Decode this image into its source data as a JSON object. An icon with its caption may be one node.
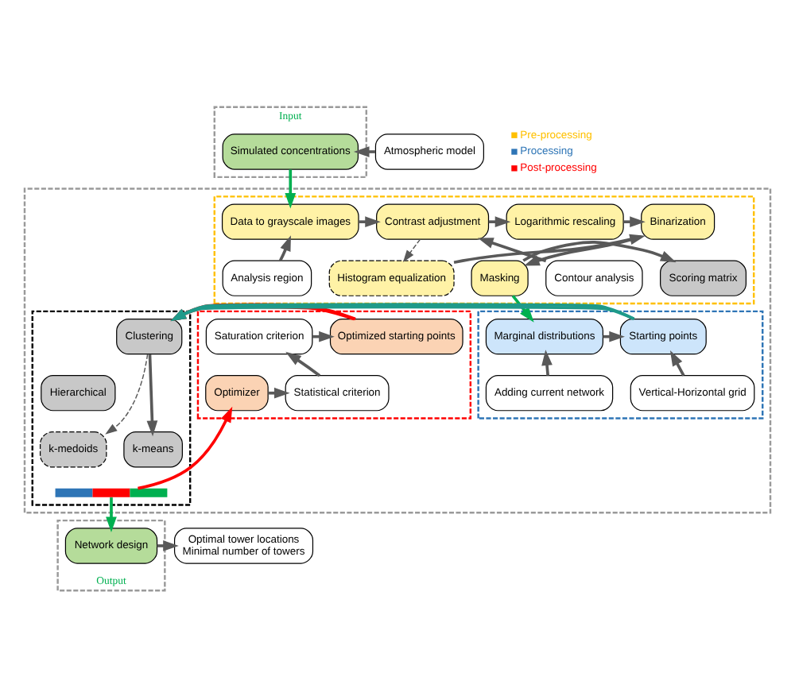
{
  "diagram": {
    "nodes": [
      {
        "text": [
          "Input"
        ]
      },
      {
        "text": [
          "Simulated concentrations"
        ],
        "in": 0
      },
      {
        "text": [
          "Atmospheric model"
        ]
      },
      {
        "text": [],
        "shape": "box"
      },
      {
        "text": [],
        "shape": "box",
        "in": 3
      },
      {
        "text": [
          "Data to grayscale images"
        ],
        "in": 4
      },
      {
        "text": [
          "Contrast adjustment"
        ],
        "in": 4
      },
      {
        "text": [
          "Logarithmic rescaling"
        ],
        "in": 4
      },
      {
        "text": [
          "Histogram equalization"
        ],
        "in": 4
      },
      {
        "text": [
          "Binarization"
        ],
        "in": 4
      },
      {
        "text": [
          "Analysis region"
        ],
        "in": 4
      },
      {
        "text": [
          "Contour analysis"
        ],
        "in": 4
      },
      {
        "text": [
          "Scoring matrix"
        ],
        "in": 4
      },
      {
        "text": [
          "Masking"
        ],
        "in": 4
      },
      {
        "text": [],
        "shape": "box",
        "in": 3
      },
      {
        "text": [
          "Saturation criterion"
        ],
        "in": 14
      },
      {
        "text": [
          "Optimized starting points"
        ],
        "in": 14
      },
      {
        "text": [
          "Statistical criterion"
        ],
        "in": 14
      },
      {
        "text": [
          "Optimizer"
        ],
        "in": 14
      },
      {
        "text": [],
        "shape": "box",
        "in": 3
      },
      {
        "text": [
          "Clustering"
        ],
        "in": 19
      },
      {
        "text": [
          "Hierarchical"
        ],
        "in": 19
      },
      {
        "text": [
          "k-medoids"
        ],
        "in": 19
      },
      {
        "text": [
          "k-means"
        ],
        "in": 19
      },
      {
        "text": [],
        "shape": "bar",
        "in": 19
      },
      {
        "text": [],
        "shape": "box",
        "in": 3
      },
      {
        "text": [
          "Starting points"
        ],
        "in": 25
      },
      {
        "text": [
          "Marginal distributions"
        ],
        "in": 25
      },
      {
        "text": [
          "Vertical-Horizontal grid"
        ],
        "in": 25
      },
      {
        "text": [
          "Adding current network"
        ],
        "in": 25
      },
      {
        "text": [
          "Output"
        ]
      },
      {
        "text": [
          "Network design"
        ],
        "in": 30
      },
      {
        "text": [
          "Optimal tower locations",
          "Minimal number of towers"
        ]
      }
    ],
    "edges": [
      {
        "from": 2,
        "to": 1,
        "arrow": "to"
      },
      {
        "from": 1,
        "to": 5,
        "arrow": "to",
        "color": "#00b050"
      },
      {
        "from": 10,
        "to": 5,
        "arrow": "to"
      },
      {
        "from": 5,
        "to": 6,
        "arrow": "to"
      },
      {
        "from": 11,
        "to": 6,
        "arrow": "to"
      },
      {
        "from": 6,
        "to": 7,
        "arrow": "to"
      },
      {
        "from": 6,
        "to": 8,
        "arrow": "to",
        "style": "dashed"
      },
      {
        "from": 7,
        "to": 9,
        "arrow": "to"
      },
      {
        "from": 8,
        "to": 9,
        "arrow": "to"
      },
      {
        "from": 9,
        "to": 13,
        "arrow": "to"
      },
      {
        "from": 13,
        "to": 12,
        "arrow": "to"
      },
      {
        "from": 13,
        "to": 27,
        "arrow": "to",
        "color": "#00b050"
      },
      {
        "from": 29,
        "to": 27,
        "arrow": "to"
      },
      {
        "from": 27,
        "to": 26,
        "arrow": "to"
      },
      {
        "from": 28,
        "to": 26,
        "arrow": "to"
      },
      {
        "from": 26,
        "to": 20,
        "arrow": "to",
        "color": "#1f9a8a"
      },
      {
        "from": 16,
        "to": 20,
        "arrow": "to",
        "color": "#ff0000"
      },
      {
        "from": 20,
        "to": 22,
        "arrow": "to",
        "style": "dashed"
      },
      {
        "from": 20,
        "to": 23,
        "arrow": "to"
      },
      {
        "from": 24,
        "to": 18,
        "arrow": "to",
        "color": "#ff0000"
      },
      {
        "from": 24,
        "to": 31,
        "arrow": "to",
        "color": "#00b050"
      },
      {
        "from": 18,
        "to": 17,
        "arrow": "to"
      },
      {
        "from": 17,
        "to": 15,
        "arrow": "to"
      },
      {
        "from": 15,
        "to": 16,
        "arrow": "to"
      },
      {
        "from": 31,
        "to": 32,
        "arrow": "to"
      }
    ],
    "legend": [
      {
        "text": "Pre-processing",
        "color": "#ffc000"
      },
      {
        "text": "Processing",
        "color": "#2e75b6"
      },
      {
        "text": "Post-processing",
        "color": "#ff0000"
      }
    ]
  }
}
